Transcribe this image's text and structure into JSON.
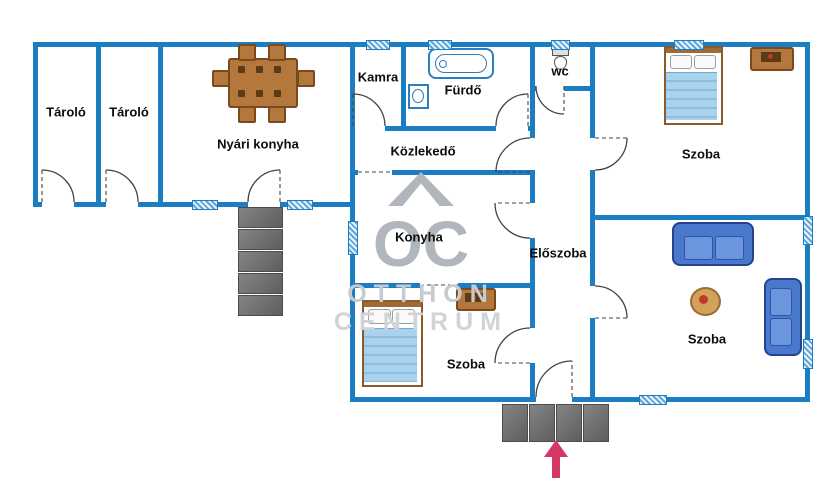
{
  "watermark": {
    "initials": "OC",
    "line1": "OTTHON",
    "line2": "CENTRUM"
  },
  "rooms": [
    {
      "id": "tarolo-1",
      "label": "Tároló"
    },
    {
      "id": "tarolo-2",
      "label": "Tároló"
    },
    {
      "id": "nyari-konyha",
      "label": "Nyári konyha"
    },
    {
      "id": "kamra",
      "label": "Kamra"
    },
    {
      "id": "furdo",
      "label": "Fürdő"
    },
    {
      "id": "wc",
      "label": "wc"
    },
    {
      "id": "szoba-top-right",
      "label": "Szoba"
    },
    {
      "id": "kozlekedo",
      "label": "Közlekedő"
    },
    {
      "id": "konyha",
      "label": "Konyha"
    },
    {
      "id": "eloszoba",
      "label": "Előszoba"
    },
    {
      "id": "szoba-bottom-middle",
      "label": "Szoba"
    },
    {
      "id": "szoba-bottom-right",
      "label": "Szoba"
    }
  ],
  "colors": {
    "wall": "#1b7ec2",
    "window": "#5ea7d8",
    "arrow": "#d63866",
    "wood": "#b4773c",
    "wood-dark": "#7a4a1e",
    "sofa": "#4a78cc",
    "sofa-dark": "#24448f",
    "blanket": "#a9d2ee"
  }
}
